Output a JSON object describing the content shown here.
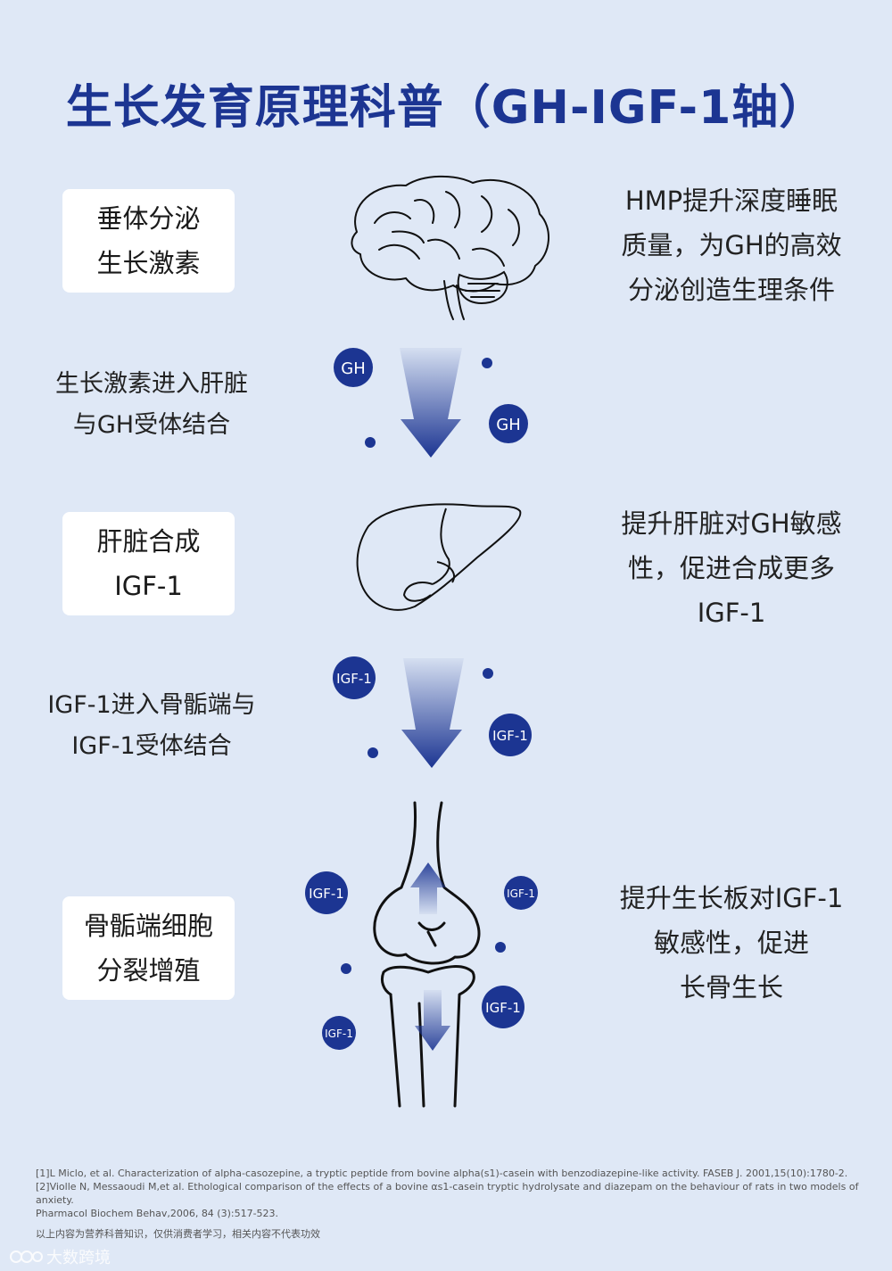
{
  "title": "生长发育原理科普（GH-IGF-1轴）",
  "steps": [
    {
      "card": [
        "垂体分泌",
        "生长激素"
      ],
      "effect": [
        "HMP提升深度睡眠",
        "质量，为GH的高效",
        "分泌创造生理条件"
      ]
    },
    {
      "side": [
        "生长激素进入肝脏",
        "与GH受体结合"
      ],
      "molecules": [
        "GH",
        "GH"
      ]
    },
    {
      "card": [
        "肝脏合成",
        "IGF-1"
      ],
      "effect": [
        "提升肝脏对GH敏感",
        "性，促进合成更多",
        "IGF-1"
      ]
    },
    {
      "side": [
        "IGF-1进入骨骺端与",
        "IGF-1受体结合"
      ],
      "molecules": [
        "IGF-1",
        "IGF-1"
      ]
    },
    {
      "card": [
        "骨骺端细胞",
        "分裂增殖"
      ],
      "effect": [
        "提升生长板对IGF-1",
        "敏感性，促进",
        "长骨生长"
      ],
      "molecules": [
        "IGF-1",
        "IGF-1",
        "IGF-1",
        "IGF-1"
      ]
    }
  ],
  "references": [
    "[1]L Miclo, et al. Characterization of alpha-casozepine, a tryptic peptide from bovine alpha(s1)-casein with benzodiazepine-like activity. FASEB J. 2001,15(10):1780-2.",
    "[2]Violle N, Messaoudi M,et al. Ethological comparison of the effects of a bovine αs1-casein tryptic hydrolysate and diazepam on the behaviour of rats in two models of anxiety.",
    "Pharmacol Biochem Behav,2006, 84 (3):517-523."
  ],
  "disclaimer": "以上内容为营养科普知识，仅供消费者学习，相关内容不代表功效",
  "watermark": "大数跨境",
  "colors": {
    "primary": "#1c3592",
    "background": "#dfe8f6",
    "card": "#ffffff"
  }
}
